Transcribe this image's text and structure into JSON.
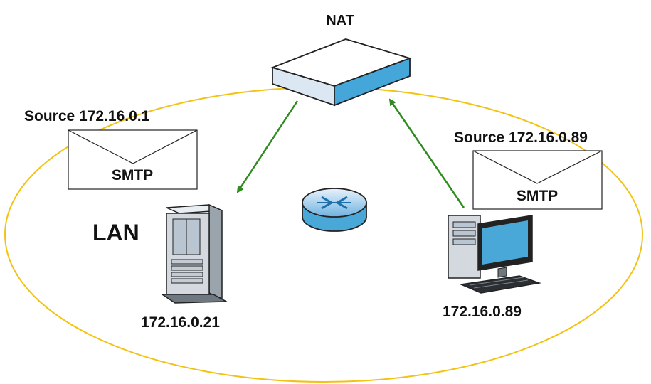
{
  "nat_label": "NAT",
  "lan_label": "LAN",
  "server": {
    "ip": "172.16.0.21"
  },
  "workstation": {
    "ip": "172.16.0.89"
  },
  "left_packet": {
    "source_label": "Source 172.16.0.1",
    "protocol": "SMTP"
  },
  "right_packet": {
    "source_label": "Source 172.16.0.89",
    "protocol": "SMTP"
  },
  "colors": {
    "lan_ring": "#f2c314",
    "arrow": "#2e8b1e",
    "device_face": "#d6e6f4",
    "device_side": "#4aa8d8"
  }
}
